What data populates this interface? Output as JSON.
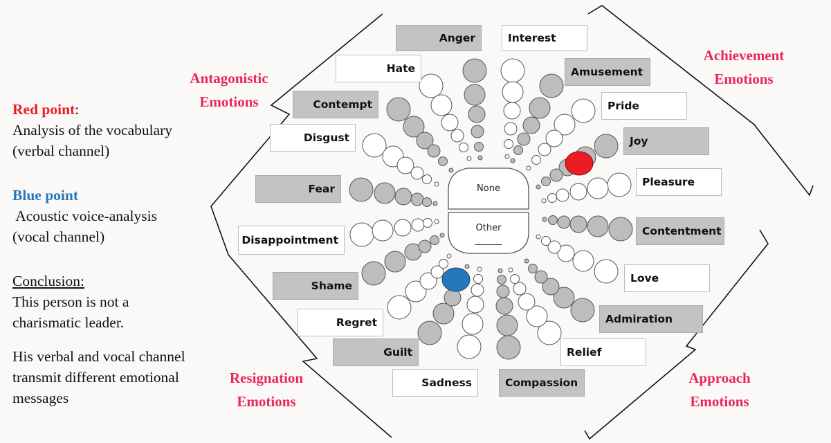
{
  "legend": {
    "red_title": "Red point",
    "red_colon": ":",
    "red_desc1": "Analysis of the vocabulary",
    "red_desc2": "(verbal channel)",
    "blue_title": "Blue point",
    "blue_desc1": " Acoustic voice-analysis",
    "blue_desc2": "(vocal channel)",
    "conclusion_title": "Conclusion:",
    "conclusion1": "This person is not a",
    "conclusion2": "charismatic leader.",
    "note1": "His verbal and vocal channel",
    "note2": "transmit different emotional",
    "note3": "messages"
  },
  "groups": {
    "antagonistic_1": "Antagonistic",
    "antagonistic_2": "Emotions",
    "achievement_1": "Achievement",
    "achievement_2": "Emotions",
    "resignation_1": "Resignation",
    "resignation_2": "Emotions",
    "approach_1": "Approach",
    "approach_2": "Emotions"
  },
  "emotions": {
    "anger": "Anger",
    "interest": "Interest",
    "hate": "Hate",
    "amusement": "Amusement",
    "contempt": "Contempt",
    "pride": "Pride",
    "disgust": "Disgust",
    "joy": "Joy",
    "fear": "Fear",
    "pleasure": "Pleasure",
    "disappointment": "Disappointment",
    "contentment": "Contentment",
    "shame": "Shame",
    "love": "Love",
    "regret": "Regret",
    "admiration": "Admiration",
    "guilt": "Guilt",
    "relief": "Relief",
    "sadness": "Sadness",
    "compassion": "Compassion"
  },
  "center": {
    "none": "None",
    "other": "Other",
    "other_blank": "______"
  },
  "colors": {
    "red_point": "#ec1c24",
    "blue_point": "#2677bb",
    "group_title": "#e8275a",
    "grey_fill": "#bdbdbd"
  }
}
